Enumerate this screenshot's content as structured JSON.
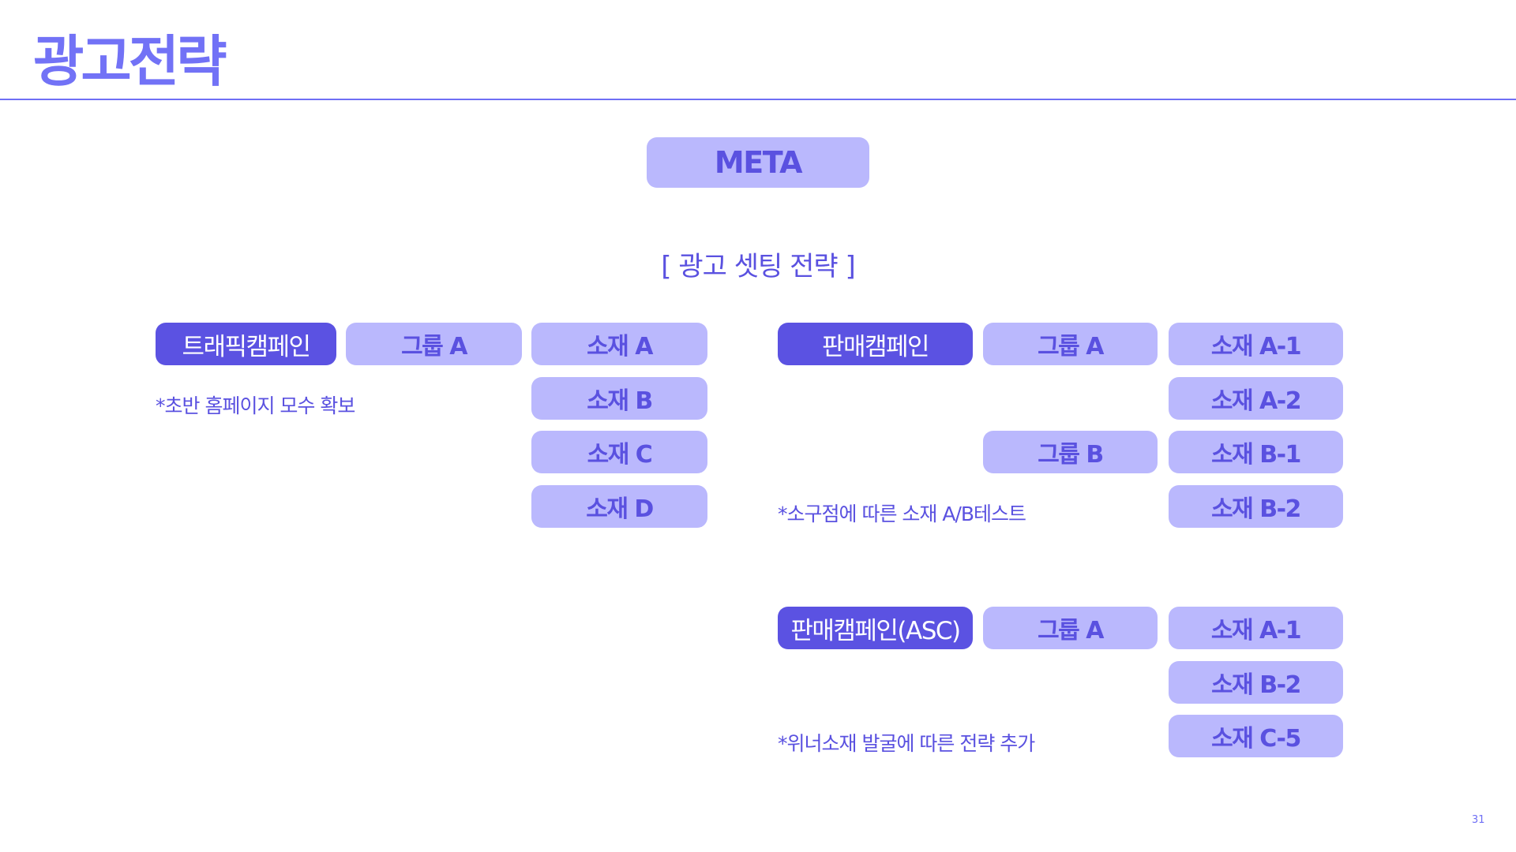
{
  "header": {
    "title": "광고전략"
  },
  "platform": "META",
  "subtitle": "[ 광고 셋팅 전략 ]",
  "traffic": {
    "campaign": "트래픽캠페인",
    "group": "그룹 A",
    "creatives": [
      "소재 A",
      "소재 B",
      "소재 C",
      "소재 D"
    ],
    "note": "*초반 홈페이지 모수 확보"
  },
  "sales": {
    "campaign": "판매캠페인",
    "groups": [
      "그룹 A",
      "그룹 B"
    ],
    "creatives": [
      "소재 A-1",
      "소재 A-2",
      "소재 B-1",
      "소재 B-2"
    ],
    "note": "*소구점에 따른 소재 A/B테스트"
  },
  "sales_asc": {
    "campaign": "판매캠페인(ASC)",
    "group": "그룹 A",
    "creatives": [
      "소재 A-1",
      "소재 B-2",
      "소재 C-5"
    ],
    "note": "*위너소재 발굴에 따른 전략 추가"
  },
  "page_number": "31"
}
